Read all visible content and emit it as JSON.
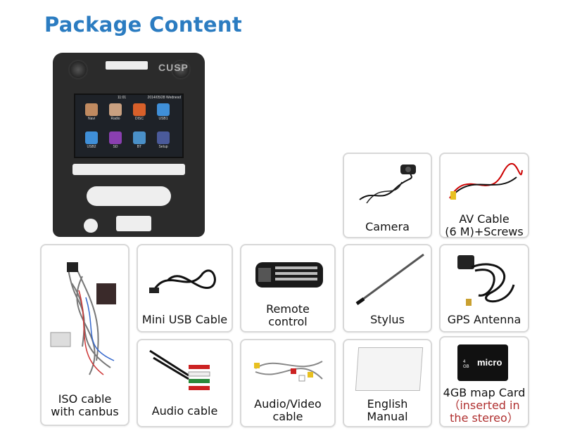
{
  "title": "Package Content",
  "stereo": {
    "brand": "CUSP",
    "time": "11:01",
    "date": "2014/05/28 Wednesd",
    "apps": [
      "Navi",
      "Radio",
      "DISC",
      "USB1",
      "USB2",
      "SD",
      "BT",
      "Setup"
    ]
  },
  "items": [
    {
      "label": "Camera"
    },
    {
      "label": "AV Cable",
      "label2": "(6 M)+Screws"
    },
    {
      "label": "ISO cable",
      "label2": "with canbus"
    },
    {
      "label": "Mini USB Cable"
    },
    {
      "label": "Remote",
      "label2": "control"
    },
    {
      "label": "Stylus"
    },
    {
      "label": "GPS Antenna"
    },
    {
      "label": "Audio cable"
    },
    {
      "label": "Audio/Video",
      "label2": "cable"
    },
    {
      "label": "English",
      "label2": "Manual"
    },
    {
      "label": "4GB map Card",
      "label2": "（inserted in",
      "label3": "the stereo）"
    }
  ],
  "sdcard": {
    "brand": "micro",
    "size": "4 GB"
  }
}
